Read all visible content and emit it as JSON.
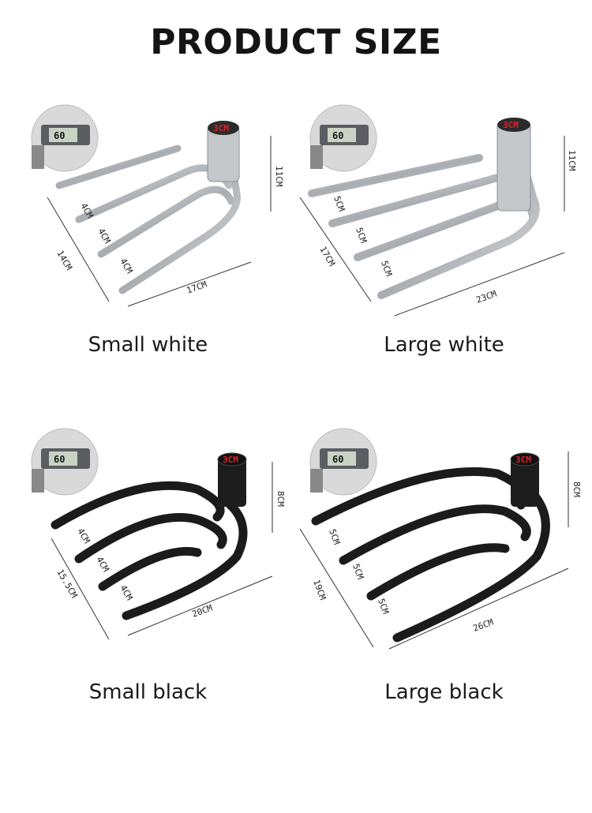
{
  "title": "PRODUCT SIZE",
  "products": [
    {
      "caption": "Small white",
      "finish": "silver",
      "spacing": [
        "4CM",
        "4CM",
        "4CM"
      ],
      "length": "14CM",
      "width": "17CM",
      "height": "11CM",
      "socket": "3CM",
      "caliper": "60"
    },
    {
      "caption": "Large white",
      "finish": "silver",
      "spacing": [
        "5CM",
        "5CM",
        "5CM"
      ],
      "length": "17CM",
      "width": "23CM",
      "height": "11CM",
      "socket": "3CM",
      "caliper": "60"
    },
    {
      "caption": "Small black",
      "finish": "black",
      "spacing": [
        "4CM",
        "4CM",
        "4CM"
      ],
      "length": "15.5CM",
      "width": "20CM",
      "height": "8CM",
      "socket": "3CM",
      "caliper": "60"
    },
    {
      "caption": "Large black",
      "finish": "black",
      "spacing": [
        "5CM",
        "5CM",
        "5CM"
      ],
      "length": "19CM",
      "width": "26CM",
      "height": "8CM",
      "socket": "3CM",
      "caliper": "60"
    }
  ],
  "colors": {
    "silver": "#b9bcc0",
    "black": "#1b1b1b",
    "accent": "#e0202a"
  }
}
